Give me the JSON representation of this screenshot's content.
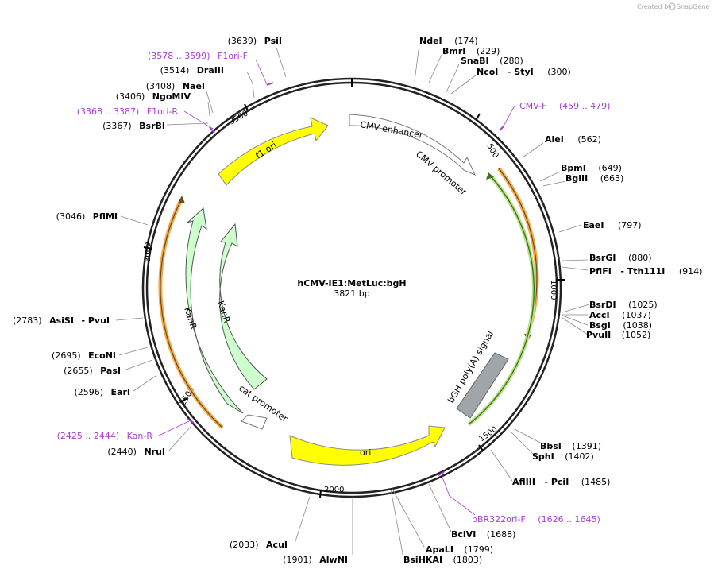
{
  "credit": {
    "prefix": "Created by",
    "brand": "SnapGene"
  },
  "plasmid": {
    "name": "hCMV-IE1:MetLuc:bgH",
    "length_text": "3821 bp",
    "length": 3821
  },
  "colors": {
    "backbone": "#222222",
    "yellow": "#ffff00",
    "green_light": "#ccffcc",
    "white": "#ffffff",
    "gray": "#a0a5aa",
    "primer_orange": "#f2a848",
    "primer_green": "#66bb22",
    "primer_purple": "#a63fd0"
  },
  "tick_labels": [
    "500",
    "1000",
    "1500",
    "2000",
    "2500",
    "3000",
    "3500"
  ],
  "features": [
    {
      "label": "f1 ori",
      "color": "#ffff00"
    },
    {
      "label": "CMV enhancer",
      "color": "#ffffff"
    },
    {
      "label": "CMV promoter",
      "color": "#ffffff"
    },
    {
      "label": "bGH poly(A) signal",
      "color": "#a0a5aa"
    },
    {
      "label": "ori",
      "color": "#ffff00"
    },
    {
      "label": "cat promoter",
      "color": "#ffffff"
    },
    {
      "label": "KanR",
      "color": "#ccffcc"
    },
    {
      "label": "KanR",
      "color": "#ccffcc"
    }
  ],
  "sites": [
    {
      "name": "PsiI",
      "pos": "(3639)"
    },
    {
      "name": "DraIII",
      "pos": "(3514)"
    },
    {
      "name": "NaeI",
      "pos": "(3408)"
    },
    {
      "name": "NgoMIV",
      "pos": "(3406)"
    },
    {
      "name": "BsrBI",
      "pos": "(3367)"
    },
    {
      "name": "PflMI",
      "pos": "(3046)"
    },
    {
      "name": "AsiSI",
      "extra": "- PvuI",
      "pos": "(2783)"
    },
    {
      "name": "EcoNI",
      "pos": "(2695)"
    },
    {
      "name": "PasI",
      "pos": "(2655)"
    },
    {
      "name": "EarI",
      "pos": "(2596)"
    },
    {
      "name": "NruI",
      "pos": "(2440)"
    },
    {
      "name": "AcuI",
      "pos": "(2033)"
    },
    {
      "name": "AlwNI",
      "pos": "(1901)"
    },
    {
      "name": "NdeI",
      "pos": "(174)"
    },
    {
      "name": "BmrI",
      "pos": "(229)"
    },
    {
      "name": "SnaBI",
      "pos": "(280)"
    },
    {
      "name": "NcoI",
      "extra": "- StyI",
      "pos": "(300)"
    },
    {
      "name": "AleI",
      "pos": "(562)"
    },
    {
      "name": "BpmI",
      "pos": "(649)"
    },
    {
      "name": "BglII",
      "pos": "(663)"
    },
    {
      "name": "EaeI",
      "pos": "(797)"
    },
    {
      "name": "BsrGI",
      "pos": "(880)"
    },
    {
      "name": "PflFI",
      "extra": "- Tth111I",
      "pos": "(914)"
    },
    {
      "name": "BsrDI",
      "pos": "(1025)"
    },
    {
      "name": "AccI",
      "pos": "(1037)"
    },
    {
      "name": "BsgI",
      "pos": "(1038)"
    },
    {
      "name": "PvuII",
      "pos": "(1052)"
    },
    {
      "name": "BbsI",
      "pos": "(1391)"
    },
    {
      "name": "SphI",
      "pos": "(1402)"
    },
    {
      "name": "AflIII",
      "extra": "- PciI",
      "pos": "(1485)"
    },
    {
      "name": "BciVI",
      "pos": "(1688)"
    },
    {
      "name": "ApaLI",
      "pos": "(1799)"
    },
    {
      "name": "BsiHKAI",
      "pos": "(1803)"
    }
  ],
  "primers": [
    {
      "name": "F1ori-F",
      "range": "(3578 .. 3599)"
    },
    {
      "name": "F1ori-R",
      "range": "(3368 .. 3387)"
    },
    {
      "name": "CMV-F",
      "range": "(459 .. 479)"
    },
    {
      "name": "Kan-R",
      "range": "(2425 .. 2444)"
    },
    {
      "name": "pBR322ori-F",
      "range": "(1626 .. 1645)"
    }
  ]
}
